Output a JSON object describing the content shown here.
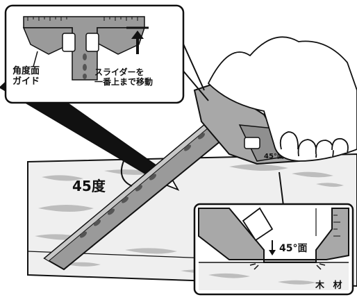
{
  "callouts": {
    "guide_label_line1": "角度面",
    "guide_label_line2": "ガイド",
    "slider_line1": "スライダーを",
    "slider_line2": "一番上まで移動"
  },
  "angle_label": "45度",
  "detail": {
    "material_label": "木 材",
    "angle_marking": "45°面"
  },
  "ruler_marking": "45°面",
  "icons": [
    "up-arrow-icon",
    "down-arrow-icon"
  ],
  "colors": {
    "outline": "#111111",
    "ruler_gray": "#9a9a9a",
    "ruler_light": "#c8c8c8",
    "wood_base": "#efefef",
    "wood_grain": "#b9b9b9",
    "paper": "#ffffff"
  }
}
